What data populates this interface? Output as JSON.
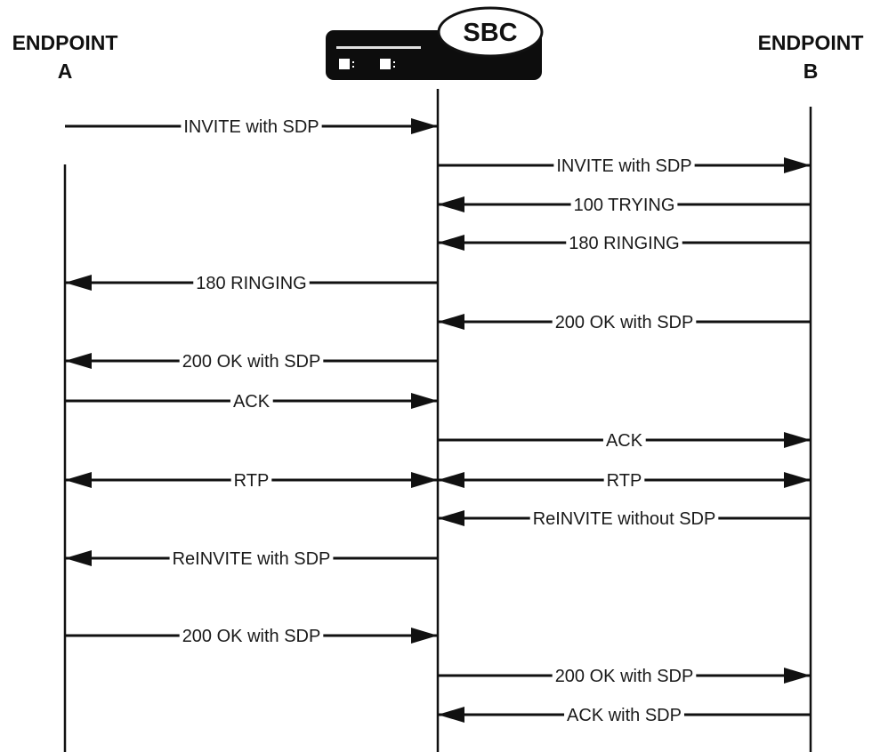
{
  "endpoint_a": {
    "name": "ENDPOINT",
    "letter": "A"
  },
  "endpoint_b": {
    "name": "ENDPOINT",
    "letter": "B"
  },
  "sbc": {
    "label": "SBC"
  },
  "messages": [
    {
      "label": "INVITE with SDP",
      "from": "A",
      "to": "SBC",
      "direction": "right"
    },
    {
      "label": "INVITE with SDP",
      "from": "SBC",
      "to": "B",
      "direction": "right"
    },
    {
      "label": "100 TRYING",
      "from": "B",
      "to": "SBC",
      "direction": "left"
    },
    {
      "label": "180 RINGING",
      "from": "B",
      "to": "SBC",
      "direction": "left"
    },
    {
      "label": "180 RINGING",
      "from": "SBC",
      "to": "A",
      "direction": "left"
    },
    {
      "label": "200 OK with SDP",
      "from": "B",
      "to": "SBC",
      "direction": "left"
    },
    {
      "label": "200 OK with SDP",
      "from": "SBC",
      "to": "A",
      "direction": "left"
    },
    {
      "label": "ACK",
      "from": "A",
      "to": "SBC",
      "direction": "right"
    },
    {
      "label": "ACK",
      "from": "SBC",
      "to": "B",
      "direction": "right"
    },
    {
      "label": "RTP",
      "from": "A",
      "to": "SBC",
      "direction": "both"
    },
    {
      "label": "RTP",
      "from": "SBC",
      "to": "B",
      "direction": "both"
    },
    {
      "label": "ReINVITE without SDP",
      "from": "B",
      "to": "SBC",
      "direction": "left"
    },
    {
      "label": "ReINVITE with SDP",
      "from": "SBC",
      "to": "A",
      "direction": "left"
    },
    {
      "label": "200 OK with SDP",
      "from": "A",
      "to": "SBC",
      "direction": "right"
    },
    {
      "label": "200 OK with SDP",
      "from": "SBC",
      "to": "B",
      "direction": "right"
    },
    {
      "label": "ACK with SDP",
      "from": "B",
      "to": "SBC",
      "direction": "left"
    }
  ]
}
